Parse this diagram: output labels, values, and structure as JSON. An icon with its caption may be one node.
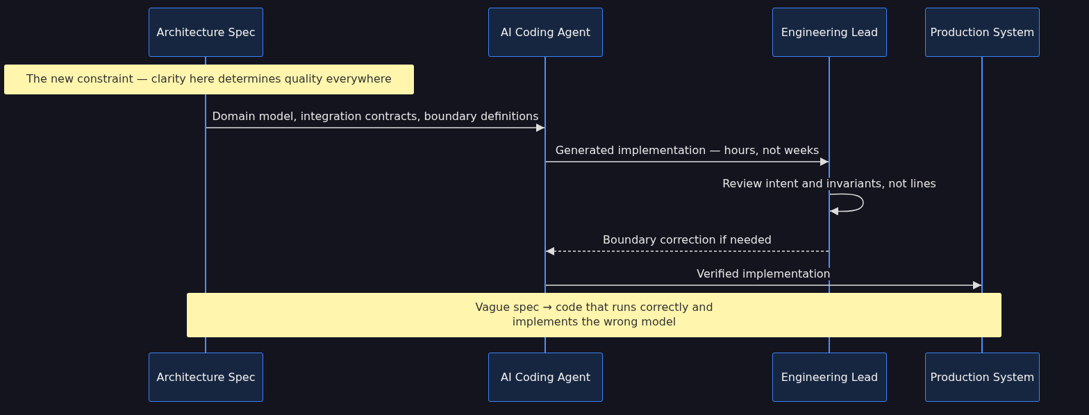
{
  "diagram": {
    "nodes": [
      {
        "text": [
          "Architecture Spec"
        ]
      },
      {
        "text": [
          "AI Coding Agent"
        ]
      },
      {
        "text": [
          "Engineering Lead"
        ]
      },
      {
        "text": [
          "Production System"
        ]
      },
      {
        "text": [],
        "shape": "line"
      },
      {
        "text": [],
        "shape": "line"
      },
      {
        "text": [],
        "shape": "line"
      },
      {
        "text": [],
        "shape": "line"
      },
      {
        "text": [
          "The new constraint — clarity here determines quality everywhere"
        ]
      },
      {
        "text": [
          "Vague spec → code that runs correctly and implements the wrong model"
        ]
      },
      {
        "text": [
          "Architecture Spec"
        ]
      },
      {
        "text": [
          "AI Coding Agent"
        ]
      },
      {
        "text": [
          "Engineering Lead"
        ]
      },
      {
        "text": [
          "Production System"
        ]
      }
    ],
    "edges": [
      {
        "from": 4,
        "to": 5,
        "label": "Domain model, integration contracts, boundary definitions",
        "arrow": "to"
      },
      {
        "from": 5,
        "to": 6,
        "label": "Generated implementation — hours, not weeks",
        "arrow": "to"
      },
      {
        "from": 6,
        "to": 6,
        "label": "Review intent and invariants, not lines",
        "arrow": "to"
      },
      {
        "from": 6,
        "to": 5,
        "label": "Boundary correction if needed",
        "arrow": "to",
        "style": "dashed"
      },
      {
        "from": 5,
        "to": 7,
        "label": "Verified implementation",
        "arrow": "to"
      }
    ]
  }
}
